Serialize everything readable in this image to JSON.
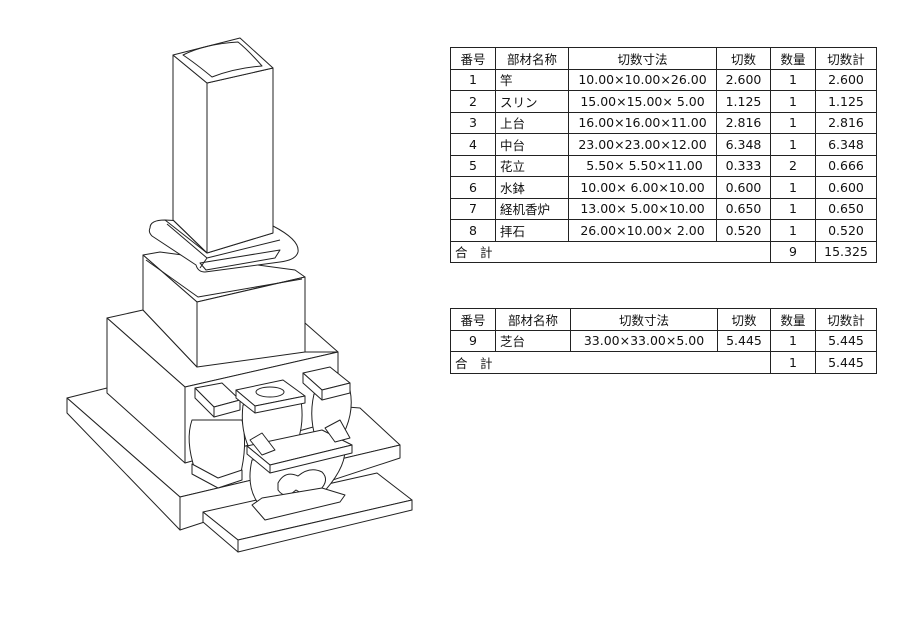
{
  "drawing": {
    "subject": "gravestone-isometric"
  },
  "headers": [
    "番号",
    "部材名称",
    "切数寸法",
    "切数",
    "数量",
    "切数計"
  ],
  "table1": {
    "rows": [
      {
        "no": "1",
        "name": "竿",
        "dims": "10.00×10.00×26.00",
        "cut": "2.600",
        "qty": "1",
        "total": "2.600"
      },
      {
        "no": "2",
        "name": "スリン",
        "dims": "15.00×15.00× 5.00",
        "cut": "1.125",
        "qty": "1",
        "total": "1.125"
      },
      {
        "no": "3",
        "name": "上台",
        "dims": "16.00×16.00×11.00",
        "cut": "2.816",
        "qty": "1",
        "total": "2.816"
      },
      {
        "no": "4",
        "name": "中台",
        "dims": "23.00×23.00×12.00",
        "cut": "6.348",
        "qty": "1",
        "total": "6.348"
      },
      {
        "no": "5",
        "name": "花立",
        "dims": " 5.50× 5.50×11.00",
        "cut": "0.333",
        "qty": "2",
        "total": "0.666"
      },
      {
        "no": "6",
        "name": "水鉢",
        "dims": "10.00× 6.00×10.00",
        "cut": "0.600",
        "qty": "1",
        "total": "0.600"
      },
      {
        "no": "7",
        "name": "経机香炉",
        "dims": "13.00× 5.00×10.00",
        "cut": "0.650",
        "qty": "1",
        "total": "0.650"
      },
      {
        "no": "8",
        "name": "拝石",
        "dims": "26.00×10.00× 2.00",
        "cut": "0.520",
        "qty": "1",
        "total": "0.520"
      }
    ],
    "total_label": "合　計",
    "total_qty": "9",
    "total_sum": "15.325"
  },
  "table2": {
    "rows": [
      {
        "no": "9",
        "name": "芝台",
        "dims": "33.00×33.00×5.00",
        "cut": "5.445",
        "qty": "1",
        "total": "5.445"
      }
    ],
    "total_label": "合　計",
    "total_qty": "1",
    "total_sum": "5.445"
  }
}
